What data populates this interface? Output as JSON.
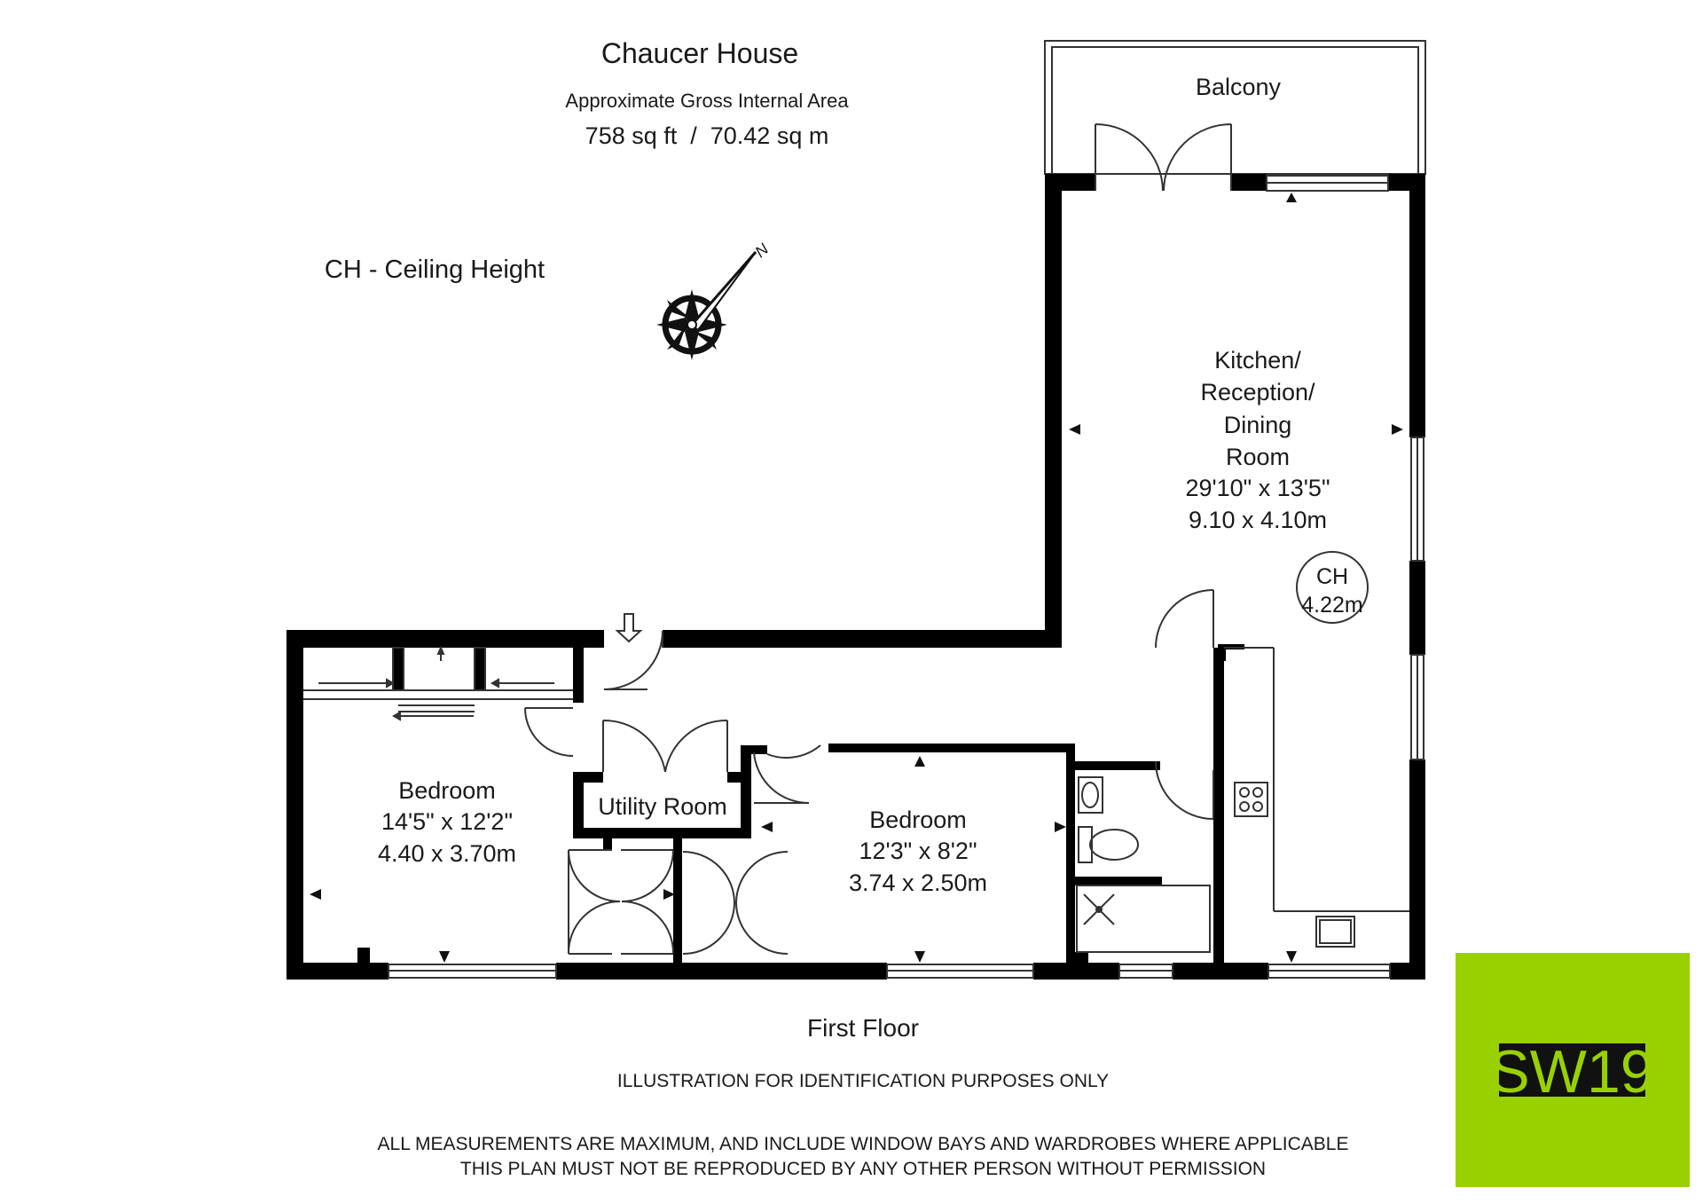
{
  "header": {
    "title": "Chaucer House",
    "subtitle": "Approximate Gross Internal Area",
    "area": "758 sq ft  /  70.42 sq m"
  },
  "legend_note": "CH - Ceiling Height",
  "compass": {
    "north_label": "N"
  },
  "rooms": {
    "balcony": {
      "name": "Balcony"
    },
    "kitchen": {
      "name_lines": [
        "Kitchen/",
        "Reception/",
        "Dining",
        "Room"
      ],
      "size_imperial": "29'10\" x 13'5\"",
      "size_metric": "9.10 x 4.10m"
    },
    "ceiling_height": {
      "label": "CH",
      "value": "4.22m"
    },
    "bedroom1": {
      "name": "Bedroom",
      "size_imperial": "14'5\" x 12'2\"",
      "size_metric": "4.40 x 3.70m"
    },
    "bedroom2": {
      "name": "Bedroom",
      "size_imperial": "12'3\" x 8'2\"",
      "size_metric": "3.74 x 2.50m"
    },
    "utility": {
      "name": "Utility Room"
    }
  },
  "floor_label": "First Floor",
  "disclaimer": {
    "line1": "ILLUSTRATION FOR IDENTIFICATION PURPOSES ONLY",
    "line2": "ALL MEASUREMENTS ARE MAXIMUM, AND INCLUDE WINDOW BAYS AND WARDROBES WHERE APPLICABLE",
    "line3": "THIS PLAN MUST NOT BE REPRODUCED BY ANY OTHER PERSON WITHOUT PERMISSION"
  },
  "logo": {
    "text": "SW19",
    "color": "#99d100"
  },
  "colors": {
    "wall": "#000000",
    "line": "#333333"
  }
}
